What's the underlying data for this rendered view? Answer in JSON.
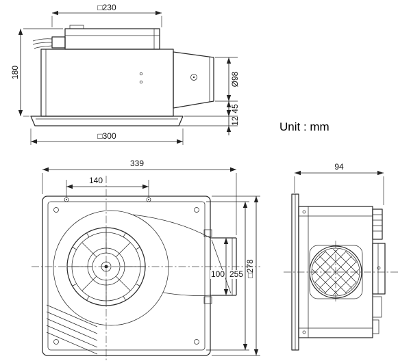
{
  "unit_label": "Unit : mm",
  "views": {
    "front": {
      "dims": {
        "top_width": "□230",
        "height": "180",
        "duct_diameter": "Ø98",
        "duct_offset": "45",
        "panel_thickness": "12",
        "panel_width": "□300"
      }
    },
    "plan": {
      "dims": {
        "overall_length": "339",
        "mount_pitch": "140",
        "duct_width": "100",
        "inner_depth": "255",
        "body_depth": "□278"
      }
    },
    "side": {
      "dims": {
        "overall_depth": "94"
      }
    }
  }
}
